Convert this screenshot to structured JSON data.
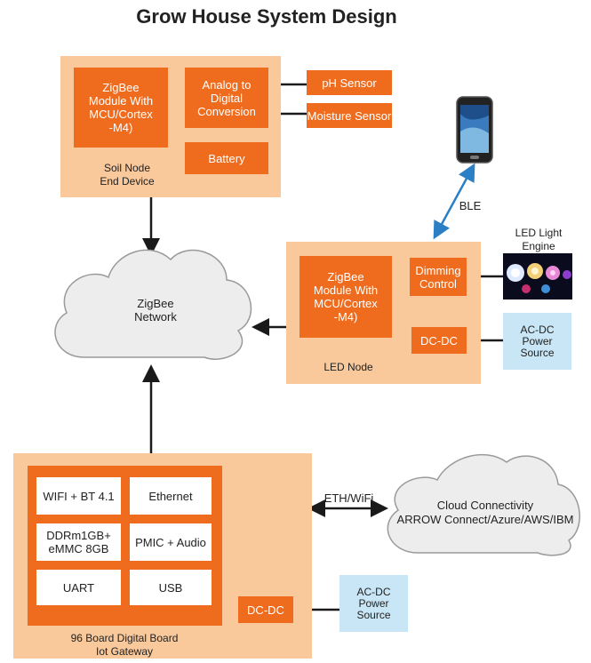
{
  "title": "Grow House System Design",
  "soil_node": {
    "zigbee_module": "ZigBee\nModule With\nMCU/Cortex\n-M4)",
    "adc": "Analog to\nDigital\nConversion",
    "battery": "Battery",
    "label": "Soil Node\nEnd Device",
    "ph_sensor": "pH Sensor",
    "moisture_sensor": "Moisture Sensor"
  },
  "ble_label": "BLE",
  "zigbee_network": "ZigBee\nNetwork",
  "led_node": {
    "zigbee_module": "ZigBee\nModule With\nMCU/Cortex\n-M4)",
    "dimming_control": "Dimming\nControl",
    "dc_dc": "DC-DC",
    "label": "LED Node",
    "led_engine_label": "LED Light\nEngine",
    "power_source": "AC-DC\nPower\nSource"
  },
  "gateway": {
    "wifi_bt": "WIFI + BT 4.1",
    "ethernet": "Ethernet",
    "ddr": "DDRm1GB+\neMMC 8GB",
    "pmic": "PMIC + Audio",
    "uart": "UART",
    "usb": "USB",
    "label": "96 Board Digital Board\nIot Gateway",
    "dc_dc": "DC-DC",
    "power_source": "AC-DC\nPower\nSource"
  },
  "eth_wifi_label": "ETH/WiFi",
  "cloud": "Cloud Connectivity\nARROW Connect/Azure/AWS/IBM",
  "colors": {
    "orange": "#ef6c1e",
    "peach": "#f9c89b",
    "blue_box": "#c8e6f5",
    "ble_arrow": "#2b7fc4"
  }
}
